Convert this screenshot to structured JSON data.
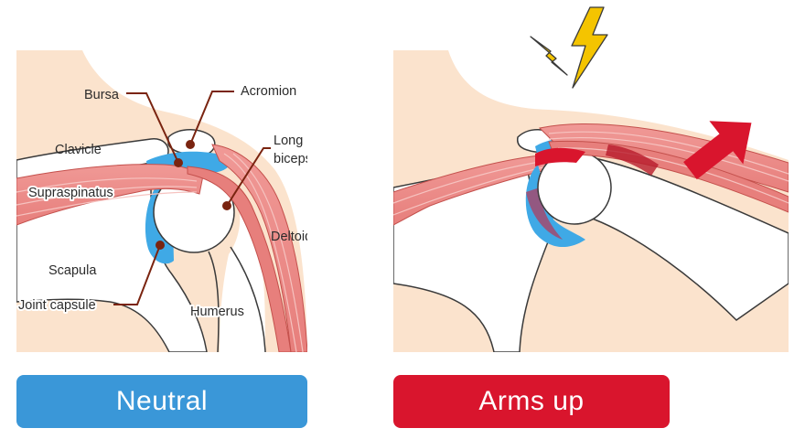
{
  "labels": {
    "bursa": "Bursa",
    "acromion": "Acromion",
    "clavicle": "Clavicle",
    "long_head_line1": "Long head of",
    "long_head_line2": "biceps tendon",
    "supraspinatus": "Supraspinatus",
    "deltoid": "Deltoid",
    "scapula": "Scapula",
    "joint_capsule": "Joint capsule",
    "humerus": "Humerus"
  },
  "buttons": {
    "neutral": "Neutral",
    "arms_up": "Arms up"
  },
  "colors": {
    "skin": "#fbe3cd",
    "bone": "#ffffff",
    "outline": "#3a3a3a",
    "muscle": "#ec8a88",
    "muscle_stripe": "#f6c3c0",
    "bursa": "#3fa9e6",
    "leader": "#7a2410",
    "neutral_button": "#3a97d8",
    "arms_up_button": "#d9152d",
    "pain": "#f4c400",
    "arrow": "#d9152d"
  },
  "icons": {
    "pain_bolts": "lightning-bolt-icon",
    "direction": "up-right-arrow-icon"
  }
}
